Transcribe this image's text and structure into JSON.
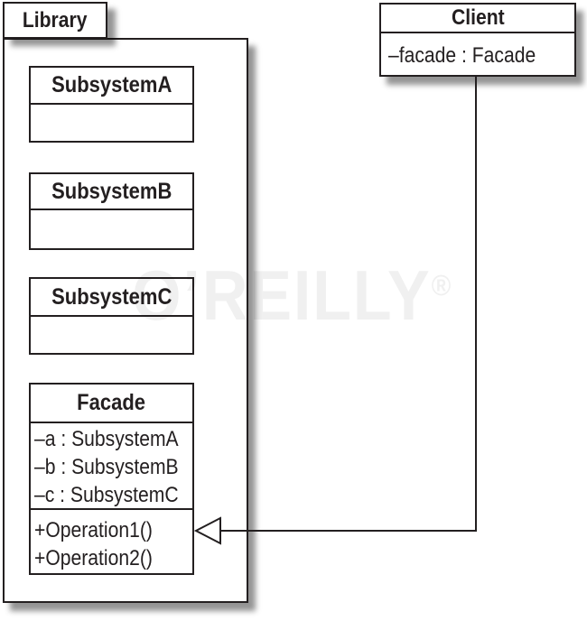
{
  "package": {
    "label": "Library"
  },
  "classes": {
    "subsystemA": {
      "name": "SubsystemA"
    },
    "subsystemB": {
      "name": "SubsystemB"
    },
    "subsystemC": {
      "name": "SubsystemC"
    },
    "facade": {
      "name": "Facade",
      "attributes": [
        "–a : SubsystemA",
        "–b : SubsystemB",
        "–c : SubsystemC"
      ],
      "operations": [
        "+Operation1()",
        "+Operation2()"
      ]
    },
    "client": {
      "name": "Client",
      "attributes": [
        "–facade : Facade"
      ]
    }
  },
  "connector": {
    "from": "Client",
    "to": "Facade",
    "arrowhead": "open-triangle"
  },
  "watermark": {
    "text": "O’REILLY",
    "registered": "®"
  },
  "colors": {
    "line": "#231f20",
    "background": "#ffffff",
    "shadow": "rgba(0,0,0,0.42)",
    "watermark": "rgba(35,31,32,0.065)"
  }
}
